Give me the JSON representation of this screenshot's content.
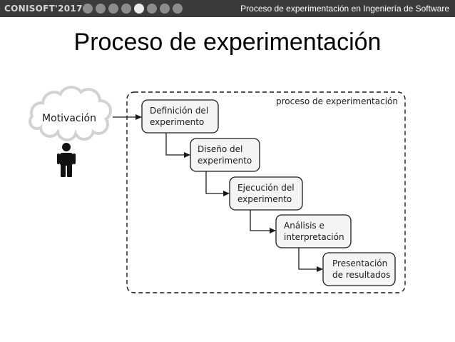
{
  "header": {
    "brand": "CONISOFT'2017",
    "title": "Proceso de experimentación en  Ingeniería de Software",
    "dot_count": 8,
    "active_dot_index": 4
  },
  "slide": {
    "title": "Proceso de experimentación"
  },
  "diagram": {
    "cloud_label": "Motivación",
    "container_label": "proceso de experimentación",
    "steps": [
      {
        "line1": "Definición del",
        "line2": "experimento"
      },
      {
        "line1": "Diseño del",
        "line2": "experimento"
      },
      {
        "line1": "Ejecución del",
        "line2": "experimento"
      },
      {
        "line1": "Análisis e",
        "line2": "interpretación"
      },
      {
        "line1": "Presentación",
        "line2": "de resultados"
      }
    ]
  }
}
